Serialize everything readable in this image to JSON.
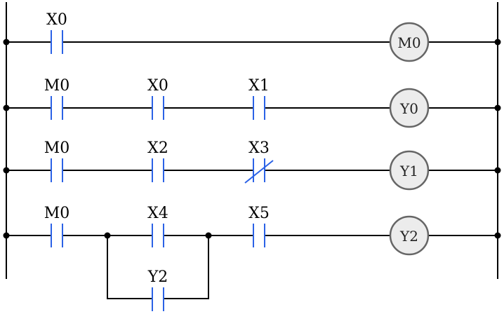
{
  "diagram": {
    "type": "ladder-logic",
    "rungs": [
      {
        "contacts": [
          {
            "label": "X0",
            "type": "NO"
          }
        ],
        "coil": "M0"
      },
      {
        "contacts": [
          {
            "label": "M0",
            "type": "NO"
          },
          {
            "label": "X0",
            "type": "NO"
          },
          {
            "label": "X1",
            "type": "NO"
          }
        ],
        "coil": "Y0"
      },
      {
        "contacts": [
          {
            "label": "M0",
            "type": "NO"
          },
          {
            "label": "X2",
            "type": "NO"
          },
          {
            "label": "X3",
            "type": "NC"
          }
        ],
        "coil": "Y1"
      },
      {
        "contacts": [
          {
            "label": "M0",
            "type": "NO"
          },
          {
            "label": "X4",
            "type": "NO"
          },
          {
            "label": "X5",
            "type": "NO"
          }
        ],
        "parallel_branch": {
          "across": "X4",
          "contact": {
            "label": "Y2",
            "type": "NO"
          }
        },
        "coil": "Y2"
      }
    ],
    "colors": {
      "contact": "#2b62e6",
      "wire": "#000000",
      "coil_fill": "#ececec",
      "coil_stroke": "#666666"
    }
  }
}
